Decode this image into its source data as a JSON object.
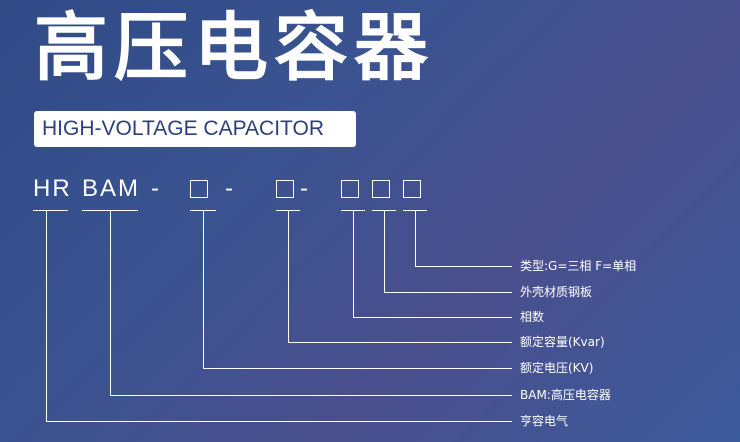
{
  "title": "高压电容器",
  "subtitle": "HIGH-VOLTAGE CAPACITOR",
  "code": {
    "hr": "HR",
    "bam": "BAM",
    "dash1": "-",
    "dash2": "-",
    "dash3": "-"
  },
  "labels": [
    "类型:G=三相   F=单相",
    "外壳材质钢板",
    "相数",
    "额定容量(Kvar)",
    "额定电压(KV)",
    "BAM:高压电容器",
    "亨容电气"
  ]
}
